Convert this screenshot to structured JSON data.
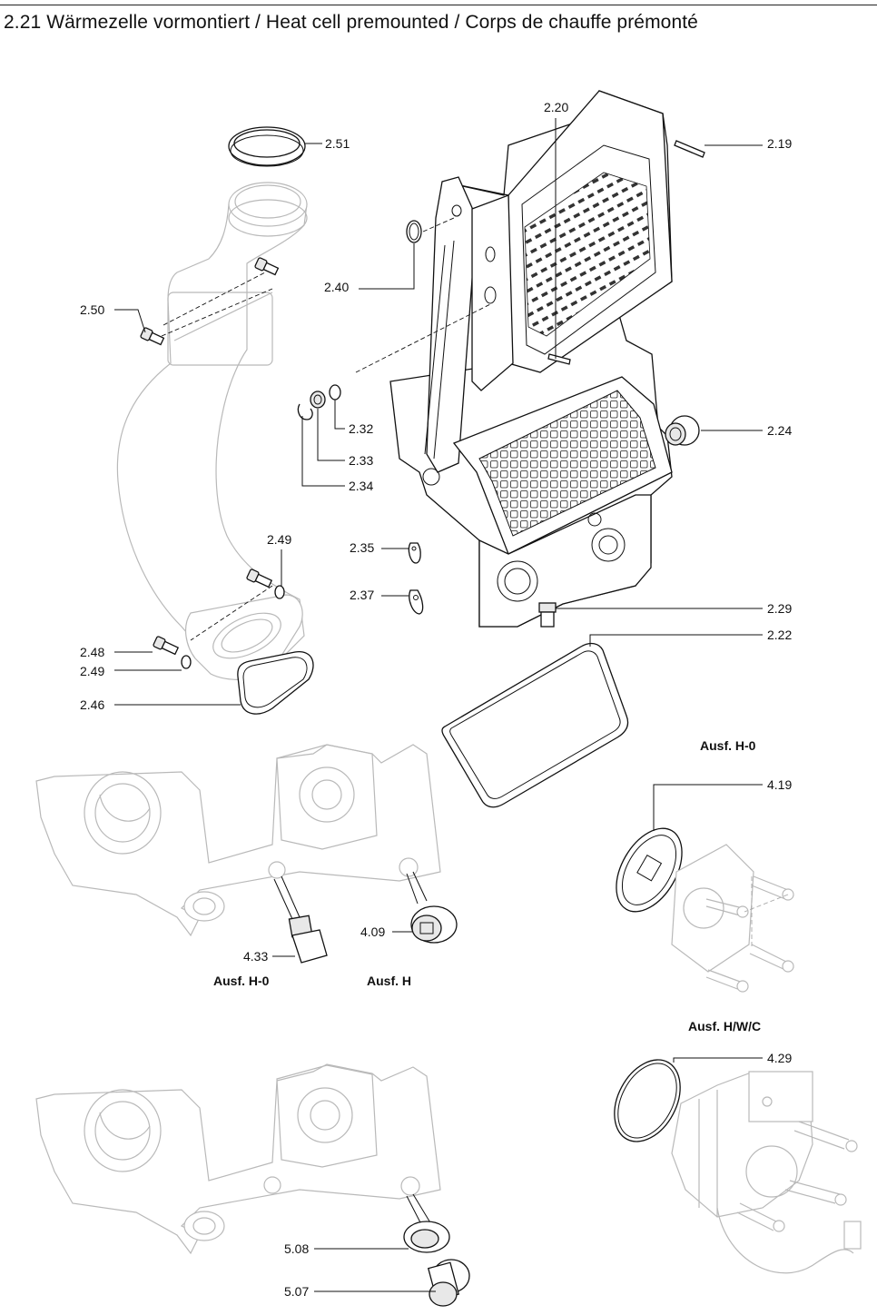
{
  "title": "2.21 Wärmezelle vormontiert / Heat cell premounted / Corps de chauffe prémonté",
  "labels": {
    "p2_51": "2.51",
    "p2_20": "2.20",
    "p2_19": "2.19",
    "p2_40": "2.40",
    "p2_50": "2.50",
    "p2_32": "2.32",
    "p2_33": "2.33",
    "p2_34": "2.34",
    "p2_24": "2.24",
    "p2_49a": "2.49",
    "p2_35": "2.35",
    "p2_37": "2.37",
    "p2_29": "2.29",
    "p2_22": "2.22",
    "p2_48": "2.48",
    "p2_49b": "2.49",
    "p2_46": "2.46",
    "p4_19": "4.19",
    "p4_33": "4.33",
    "p4_09": "4.09",
    "p4_29": "4.29",
    "p5_08": "5.08",
    "p5_07": "5.07"
  },
  "variants": {
    "h0_right": "Ausf. H-0",
    "h0_left": "Ausf. H-0",
    "h": "Ausf. H",
    "hwc": "Ausf. H/W/C"
  }
}
